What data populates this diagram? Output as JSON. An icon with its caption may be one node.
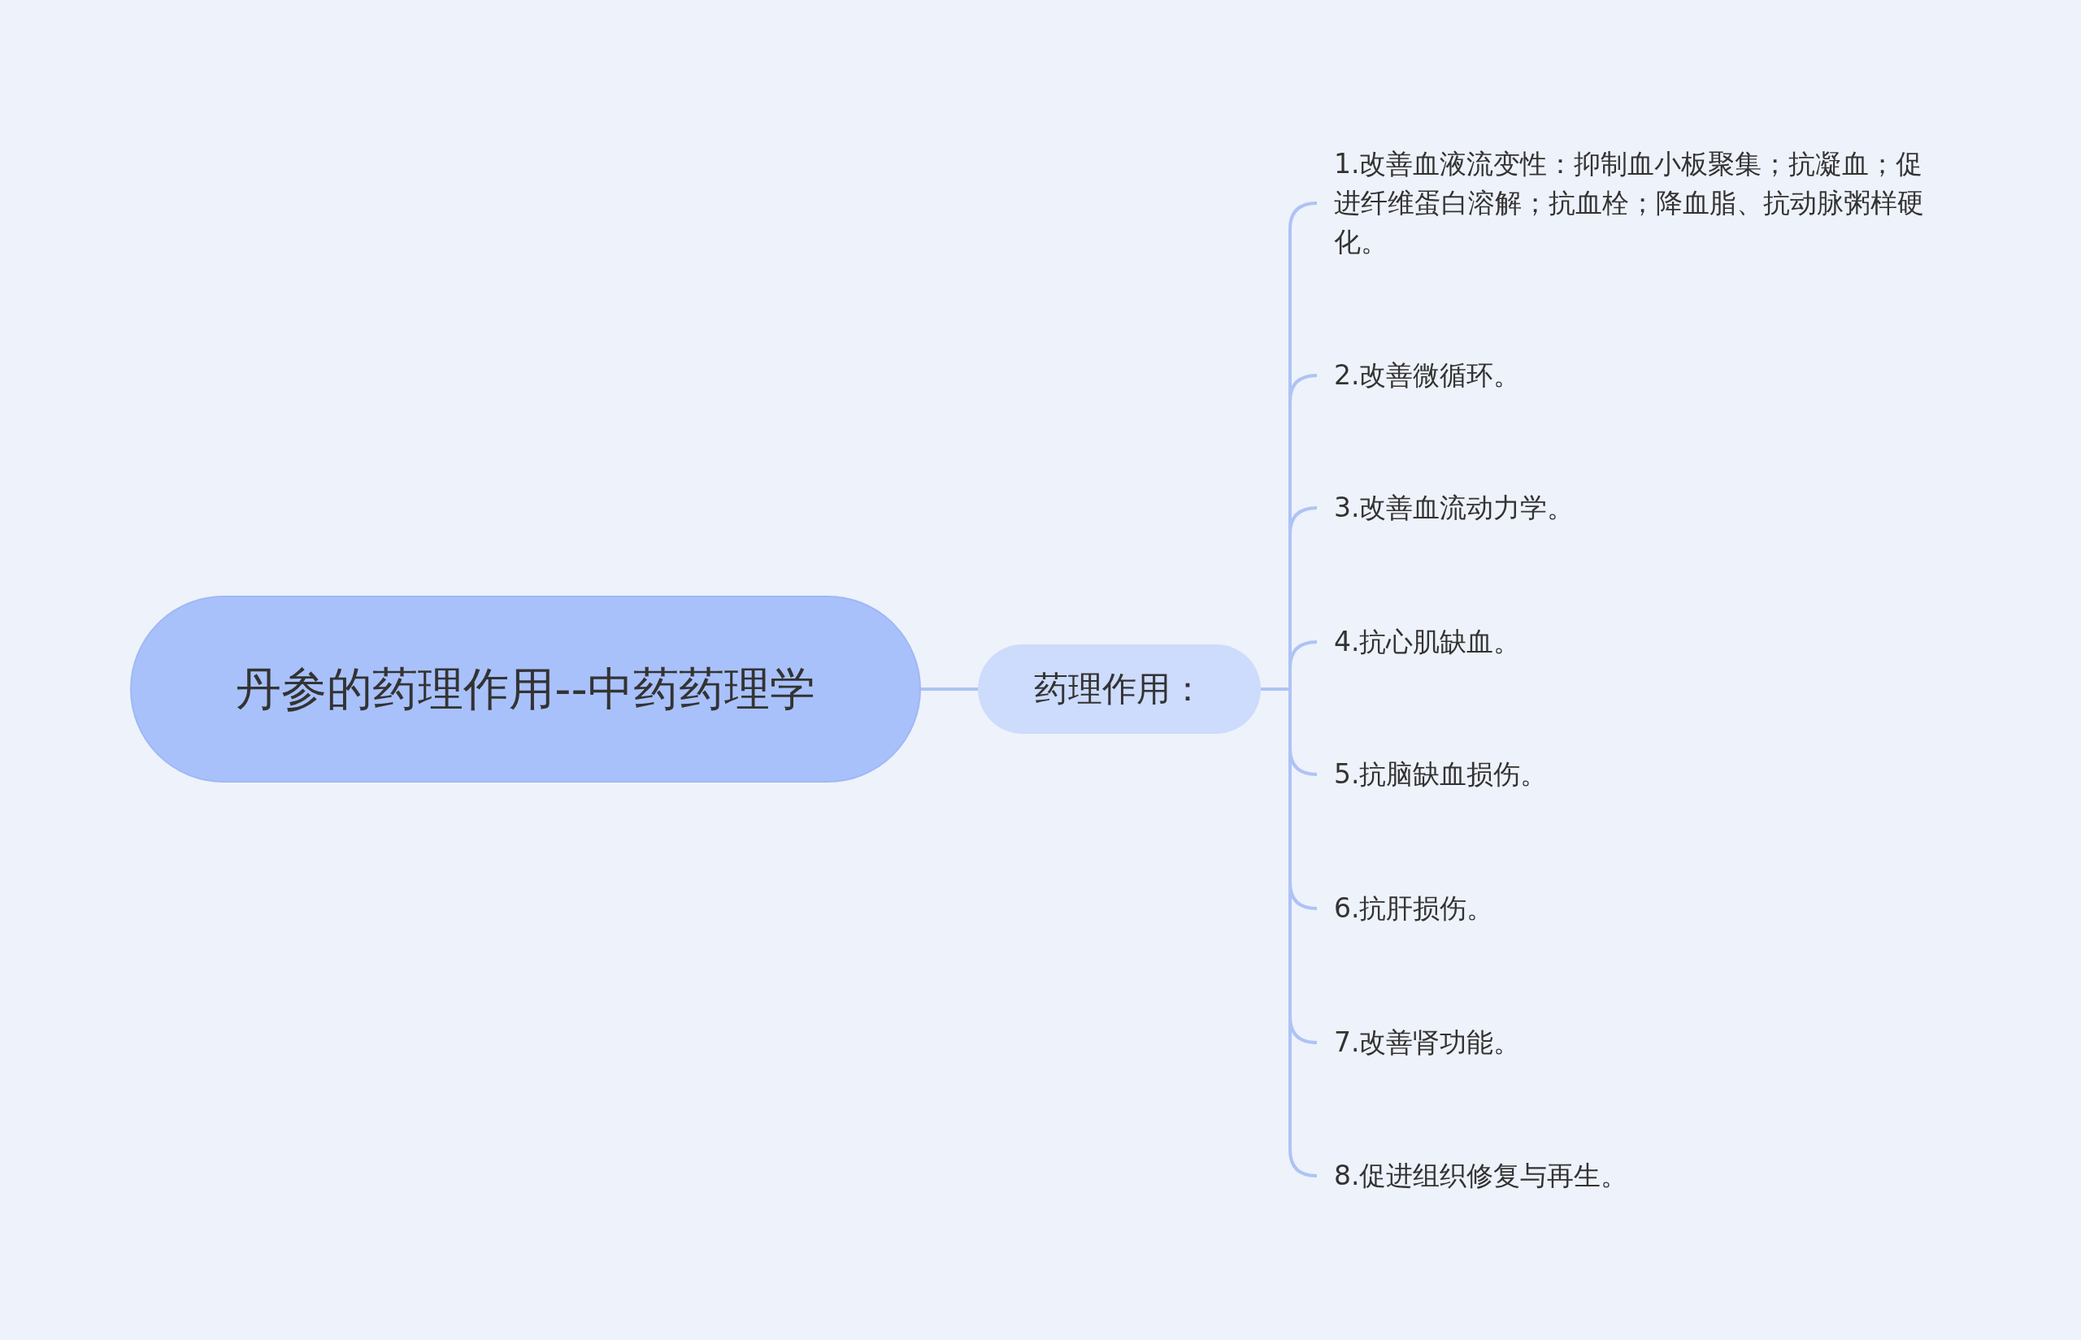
{
  "diagram": {
    "nodes": [
      {
        "text": [
          "丹参的药理作用--中药药理学"
        ]
      },
      {
        "text": [
          "药理作用："
        ]
      },
      {
        "text": [
          "1.改善血液流变性：抑制血小板聚集；抗凝血；促进纤维蛋白溶解；抗血栓；降血脂、抗动脉粥样硬化。"
        ]
      },
      {
        "text": [
          "2.改善微循环。"
        ]
      },
      {
        "text": [
          "3.改善血流动力学。"
        ]
      },
      {
        "text": [
          "4.抗心肌缺血。"
        ]
      },
      {
        "text": [
          "5.抗脑缺血损伤。"
        ]
      },
      {
        "text": [
          "6.抗肝损伤。"
        ]
      },
      {
        "text": [
          "7.改善肾功能。"
        ]
      },
      {
        "text": [
          "8.促进组织修复与再生。"
        ]
      }
    ],
    "edges": [
      {
        "from": 0,
        "to": 1,
        "arrow": "none"
      },
      {
        "from": 1,
        "to": 2,
        "arrow": "none"
      },
      {
        "from": 1,
        "to": 3,
        "arrow": "none"
      },
      {
        "from": 1,
        "to": 4,
        "arrow": "none"
      },
      {
        "from": 1,
        "to": 5,
        "arrow": "none"
      },
      {
        "from": 1,
        "to": 6,
        "arrow": "none"
      },
      {
        "from": 1,
        "to": 7,
        "arrow": "none"
      },
      {
        "from": 1,
        "to": 8,
        "arrow": "none"
      },
      {
        "from": 1,
        "to": 9,
        "arrow": "none"
      }
    ]
  }
}
